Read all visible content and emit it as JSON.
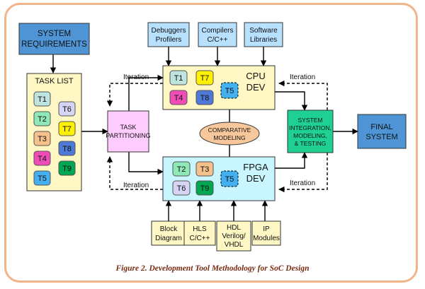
{
  "colors": {
    "frame": "#f2b48a",
    "blue_box": "#4f94d4",
    "yellow_box": "#fff7c4",
    "pink_box": "#ffccff",
    "cyan_box": "#c9f5ff",
    "green_box": "#1ed192",
    "tool_blue": "#b7e1ff",
    "tool_yellow": "#fff7c4",
    "oval": "#f8c89c"
  },
  "system_requirements": [
    "SYSTEM",
    "REQUIREMENTS"
  ],
  "task_list": {
    "title": "TASK LIST",
    "tasks": [
      {
        "label": "T1",
        "color": "#bfe4e0"
      },
      {
        "label": "T2",
        "color": "#8fe8b8"
      },
      {
        "label": "T3",
        "color": "#f5c08a"
      },
      {
        "label": "T4",
        "color": "#f04cb8"
      },
      {
        "label": "T5",
        "color": "#44b0f0"
      },
      {
        "label": "T6",
        "color": "#d6d4f4"
      },
      {
        "label": "T7",
        "color": "#fff200"
      },
      {
        "label": "T8",
        "color": "#4f79d6"
      },
      {
        "label": "T9",
        "color": "#00a651"
      }
    ]
  },
  "task_partitioning": [
    "TASK",
    "PARTITIONING"
  ],
  "cpu": {
    "title": [
      "CPU",
      "DEV"
    ],
    "tasks": [
      "T1",
      "T7",
      "T4",
      "T8"
    ],
    "shared_task": "T5"
  },
  "fpga": {
    "title": [
      "FPGA",
      "DEV"
    ],
    "tasks": [
      "T2",
      "T3",
      "T6",
      "T9"
    ],
    "shared_task": "T5"
  },
  "comparative_modeling": [
    "COMPARATIVE",
    "MODELING"
  ],
  "integration": [
    "SYSTEM",
    "INTEGRATION,",
    "MODELING,",
    "& TESTING"
  ],
  "final_system": [
    "FINAL",
    "SYSTEM"
  ],
  "cpu_tools": [
    [
      "Debuggers",
      "Profilers"
    ],
    [
      "Compilers",
      "C/C++"
    ],
    [
      "Software",
      "Libraries"
    ]
  ],
  "fpga_tools": [
    [
      "Block",
      "Diagram"
    ],
    [
      "HLS",
      "C/C++"
    ],
    [
      "HDL",
      "Verilog/",
      "VHDL"
    ],
    [
      "IP",
      "Modules"
    ]
  ],
  "iteration_label": "Iteration",
  "caption": "Figure 2. Development Tool Methodology for SoC Design"
}
